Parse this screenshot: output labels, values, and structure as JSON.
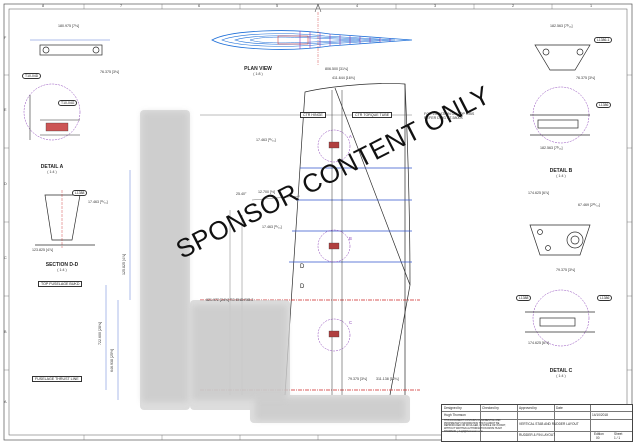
{
  "plan_view": {
    "title": "PLAN VIEW",
    "scale": "( 1:8 )"
  },
  "detail_a": {
    "title": "DETAIL A",
    "scale": "( 1:4 )"
  },
  "detail_b": {
    "title": "DETAIL B",
    "scale": "( 1:4 )"
  },
  "detail_c": {
    "title": "DETAIL C",
    "scale": "( 1:4 )"
  },
  "section_dd": {
    "title": "SECTION D-D",
    "scale": "( 1:4 )"
  },
  "tags": {
    "cfr_hinge": "CTR HINGE",
    "cfr_torque": "CTR TORQUE TUBE",
    "top_fuselage": "TOP FUSELAGE BUKD",
    "fuselage_thrust": "FUSELAGE THRUST LINE"
  },
  "note": "FOR LOCATION OF TOP RIBS REFER DWG XT-5800X",
  "circle_labels": [
    "A",
    "B",
    "C"
  ],
  "section_markers": [
    "D",
    "D"
  ],
  "dims": {
    "plan_top_left": "180.975 [7⅛]",
    "plan_mid_left": "76.375 [3⅛]",
    "plan_main_1": "806.500 [31¾]",
    "plan_main_2": "411.644 [16⅛]",
    "top_right": "182.563 [7³⁄₁₆]",
    "top_right_2": "76.375 [3⅛]",
    "right_b_1": "182.563 [7³⁄₁₆]",
    "right_c_1": "174.625 [6⅞]",
    "right_c_2": "67.469 [2²¹⁄₃₂]",
    "right_c_3": "79.375 [3⅛]",
    "right_c_4": "174.625 [6⅞]",
    "mid_1": "17.463 [¹¹⁄₁₆]",
    "mid_2": "12.700 [½]",
    "mid_3": "17.463 [¹¹⁄₁₆]",
    "mid_4": "621.972 [24½] TO END RIB 2",
    "mid_5": "79.375 [3⅛]",
    "mid_6": "311.138 [12¼]",
    "angle": "25.40°",
    "sec_1": "17.463 [¹¹⁄₁₆]",
    "sec_2": "123.825 [4⅞]",
    "left_1": "722.600 [28⅝]",
    "left_2": "646.938 [25½]",
    "detail_left": "125.825 [4⅞]"
  },
  "part_callouts": [
    "T10-04D",
    "T10-04G",
    "L1388",
    "L1386-1",
    "L1386",
    "L1388",
    "L1386"
  ],
  "grid": {
    "top": [
      "8",
      "7",
      "6",
      "5",
      "4",
      "3",
      "2",
      "1"
    ],
    "side": [
      "F",
      "E",
      "D",
      "C",
      "B",
      "A"
    ]
  },
  "title_block": {
    "designed_by_label": "Designed by",
    "designed_by": "Hugh Thomson",
    "checked_by_label": "Checked by",
    "approved_by_label": "Approved by",
    "date_label": "Date",
    "date": "14/10/2018",
    "title_line": "VERTICAL STAB AND RUDDER LAYOUT",
    "desc": "RUDDER & FIN LAYOUT",
    "edition_label": "Edition",
    "edition": "00",
    "sheet_label": "Sheet",
    "sheet": "1 / 1",
    "confidential": "THIS DOCUMENT CONTAINS CONFIDENTIAL AND PROPRIETARY INFORMATION THAT CANNOT BE REPRODUCED OR DIVULGED, IN WHOLE OR IN PART, WITHOUT WRITTEN AUTHORIZATION FROM HUGH THOMSON. j.hugh@thomsonrc.com"
  },
  "watermark": "SPONSOR CONTENT ONLY",
  "colors": {
    "line": "#2a2a2a",
    "dim_line": "#3355cc",
    "center_line": "#cc2222",
    "circle": "#8a3fb8",
    "plan_blue": "#1e6fd8",
    "plan_purple": "#8d2bb3"
  }
}
